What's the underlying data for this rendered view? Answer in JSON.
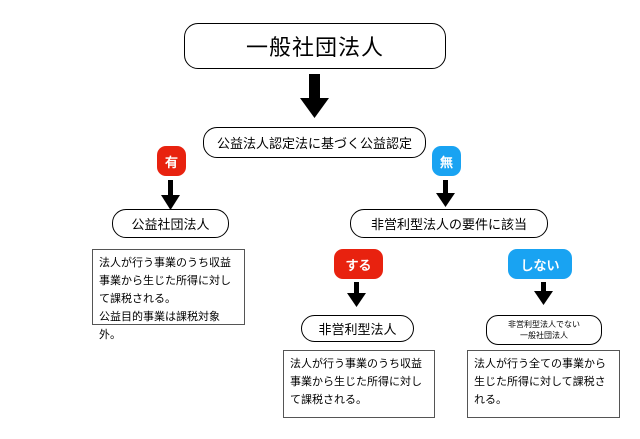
{
  "title": "一般社団法人",
  "question1": "公益法人認定法に基づく公益認定",
  "yes_badge": "有",
  "no_badge": "無",
  "public_corp": "公益社団法人",
  "public_note": "法人が行う事業のうち収益\n事業から生じた所得に対し\nて課税される。\n公益目的事業は課税対象外。",
  "question2": "非営利型法人の要件に該当",
  "does_badge": "する",
  "doesnt_badge": "しない",
  "nonprofit_corp": "非営利型法人",
  "nonprofit_note": "法人が行う事業のうち収益\n事業から生じた所得に対し\nて課税される。",
  "not_nonprofit_corp": "非営利型法人でない\n一般社団法人",
  "not_nonprofit_note": "法人が行う全ての事業から\n生じた所得に対して課税さ\nれる。",
  "colors": {
    "yes_red": "#e8220f",
    "no_blue": "#19a3f2"
  }
}
